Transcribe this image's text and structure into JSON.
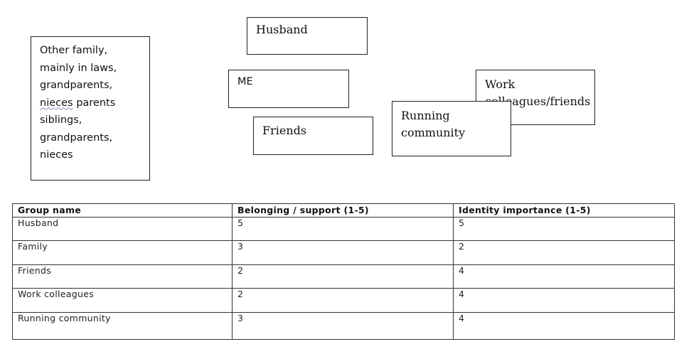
{
  "diagram": {
    "family_box": {
      "lines": [
        "Other family,",
        "mainly in laws,",
        "grandparents,"
      ],
      "line4_underlined": "nieces",
      "line4_rest": " parents",
      "lines_after": [
        "siblings,",
        "grandparents,",
        "nieces"
      ]
    },
    "husband_box": {
      "label": "Husband"
    },
    "me_box": {
      "label": "ME"
    },
    "friends_box": {
      "label": "Friends"
    },
    "work_box": {
      "line1": "Work",
      "line2": "colleagues/friends"
    },
    "running_box": {
      "line1": "Running",
      "line2": "community"
    }
  },
  "table": {
    "headers": [
      "Group name",
      "Belonging / support (1-5)",
      "Identity importance (1-5)"
    ],
    "rows": [
      [
        "Husband",
        "5",
        "5"
      ],
      [
        "Family",
        "3",
        "2"
      ],
      [
        "Friends",
        "2",
        "4"
      ],
      [
        "Work colleagues",
        "2",
        "4"
      ],
      [
        "Running community",
        "3",
        "4"
      ]
    ]
  }
}
